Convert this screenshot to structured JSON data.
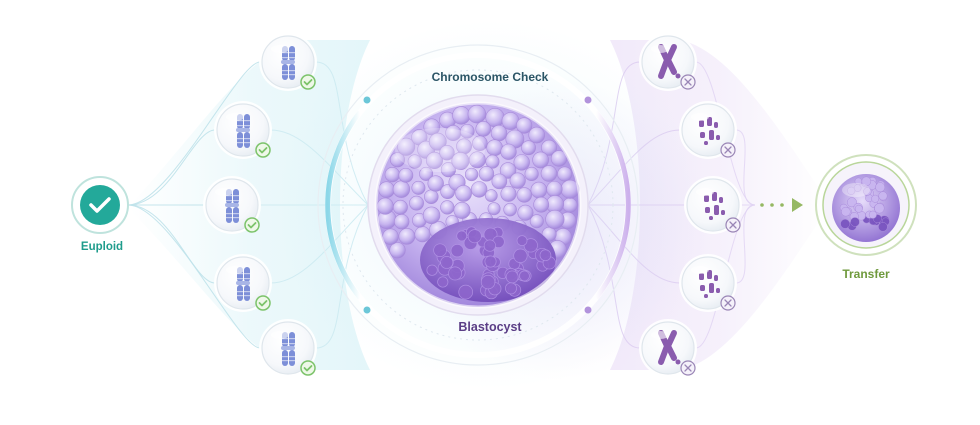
{
  "diagram": {
    "title": "Chromosome Check",
    "center_label": "Blastocyst",
    "left_label": "Euploid",
    "right_label": "Transfer",
    "left_node_icon": "check-badge-icon",
    "left_items": [
      {
        "icon": "chromosome-normal-icon",
        "status_icon": "check-icon"
      },
      {
        "icon": "chromosome-normal-icon",
        "status_icon": "check-icon"
      },
      {
        "icon": "chromosome-normal-icon",
        "status_icon": "check-icon"
      },
      {
        "icon": "chromosome-normal-icon",
        "status_icon": "check-icon"
      },
      {
        "icon": "chromosome-normal-icon",
        "status_icon": "check-icon"
      }
    ],
    "right_items": [
      {
        "icon": "chromosome-abnormal-icon",
        "status_icon": "cross-icon"
      },
      {
        "icon": "chromosome-fragmented-icon",
        "status_icon": "cross-icon"
      },
      {
        "icon": "chromosome-fragmented-icon",
        "status_icon": "cross-icon"
      },
      {
        "icon": "chromosome-fragmented-icon",
        "status_icon": "cross-icon"
      },
      {
        "icon": "chromosome-abnormal-icon",
        "status_icon": "cross-icon"
      }
    ],
    "colors": {
      "euploid_accent": "#1fa592",
      "check_green": "#7cc36a",
      "cross_purple": "#9a86b6",
      "transfer_green": "#8cb656",
      "chromosome_blue": "#7d8fd8",
      "chromosome_purple": "#8a5cae",
      "embryo_purple": "#8f6fd1"
    }
  }
}
